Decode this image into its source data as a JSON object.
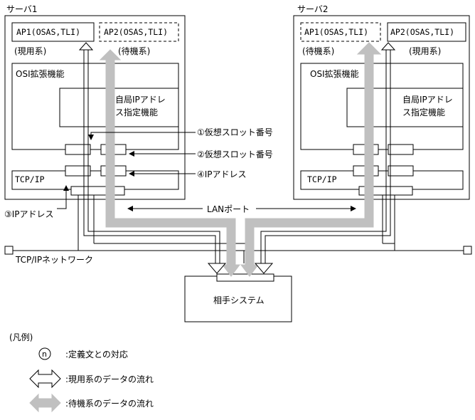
{
  "servers": [
    {
      "label": "サーバ1",
      "ap_left": {
        "text": "AP1(OSAS,TLI)",
        "role": "(現用系)"
      },
      "ap_right": {
        "text": "AP2(OSAS,TLI)",
        "role": "(待機系)"
      },
      "osi": "OSI拡張機能",
      "ipfunc": [
        "自局IPアドレ",
        "ス指定機能"
      ],
      "tcpip": "TCP/IP"
    },
    {
      "label": "サーバ2",
      "ap_left": {
        "text": "AP1(OSAS,TLI)",
        "role": "(待機系)"
      },
      "ap_right": {
        "text": "AP2(OSAS,TLI)",
        "role": "(現用系)"
      },
      "osi": "OSI拡張機能",
      "ipfunc": [
        "自局IPアドレ",
        "ス指定機能"
      ],
      "tcpip": "TCP/IP"
    }
  ],
  "callouts": {
    "c1": "①仮想スロット番号",
    "c2": "②仮想スロット番号",
    "c4": "④IPアドレス",
    "c3": "③IPアドレス",
    "lan": "LANポート"
  },
  "network": "TCP/IPネットワーク",
  "partner": "相手システム",
  "legend": {
    "title": "(凡例)",
    "symbol": "n",
    "items": [
      ":定義文との対応",
      ":現用系のデータの流れ",
      ":待機系のデータの流れ"
    ]
  },
  "colors": {
    "line": "#000000",
    "standby_arrow": "#c0c0c0",
    "background": "#ffffff"
  }
}
